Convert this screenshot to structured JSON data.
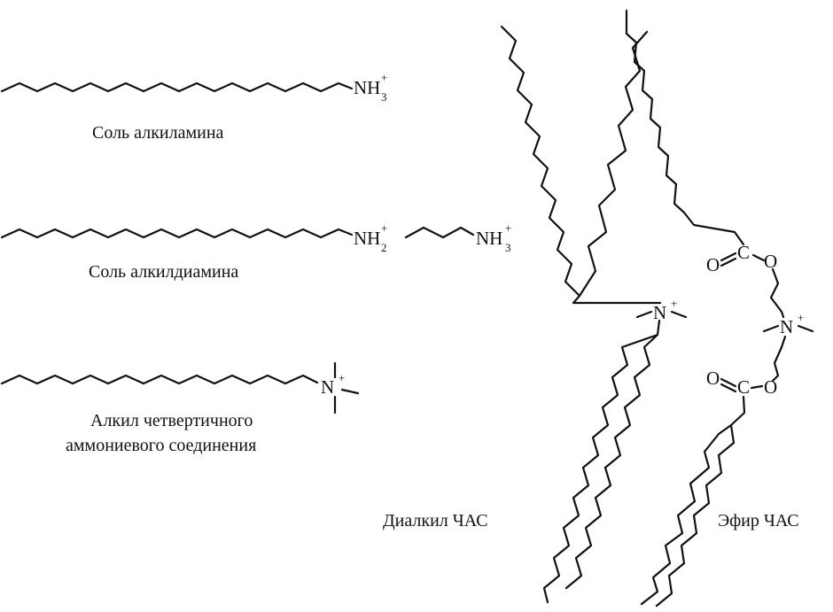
{
  "groups": {
    "amine_salt": {
      "head": "NH",
      "sub": "3",
      "charge": "+",
      "caption": "Соль алкиламина"
    },
    "diamine_salt": {
      "head1": "NH",
      "sub1": "2",
      "charge1": "+",
      "head2": "NH",
      "sub2": "3",
      "charge2": "+",
      "caption": "Соль алкилдиамина"
    },
    "quat": {
      "head": "N",
      "charge": "+",
      "caption_line1": "Алкил четвертичного",
      "caption_line2": "аммониевого соединения"
    },
    "dialkyl_quat": {
      "head": "N",
      "charge": "+",
      "caption": "Диалкил ЧАС"
    },
    "ester_quat": {
      "head": "N",
      "charge": "+",
      "carbon": "C",
      "oxygen": "O",
      "caption": "Эфир ЧАС"
    }
  }
}
